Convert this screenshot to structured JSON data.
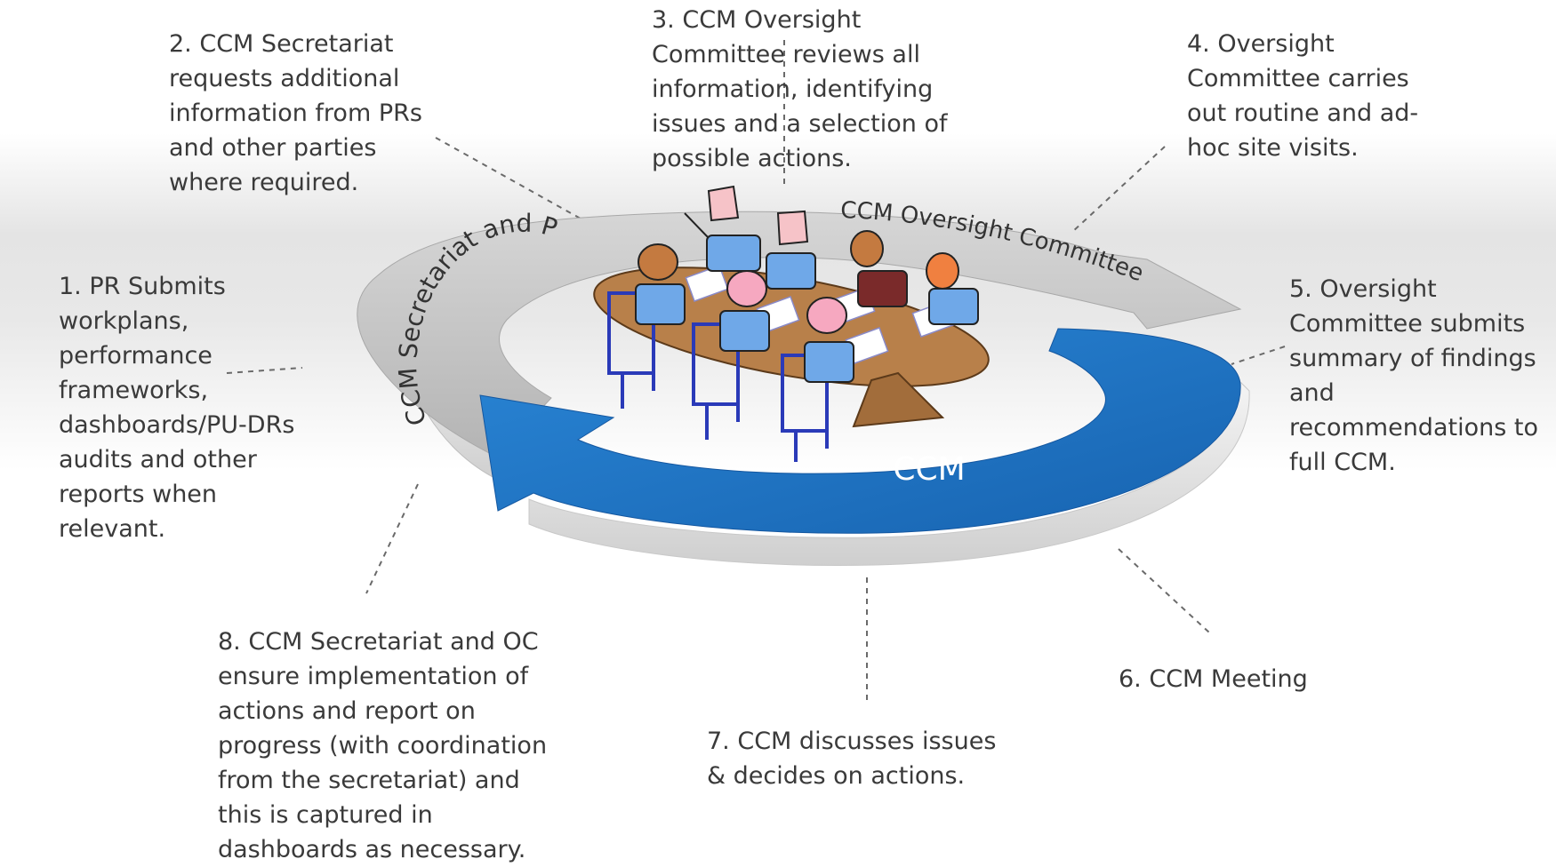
{
  "diagram": {
    "outer_ring_label": "CCM Secretariat and PR",
    "oversight_arc_label": "CCM Oversight Committee",
    "center_label": "CCM",
    "colors": {
      "blue_arrow": "#1f6fbf",
      "grey_arrow": "#c4c4c4",
      "table": "#b8804a",
      "chairs": "#2a3ab8"
    },
    "icons": [
      "meeting-table-icon",
      "person-icon",
      "chair-icon"
    ]
  },
  "steps": {
    "s1": "1. PR Submits\nworkplans,\nperformance\nframeworks,\ndashboards/PU-DRs\naudits and other\nreports when\nrelevant.",
    "s2": "2. CCM Secretariat\nrequests additional\ninformation from PRs\nand other parties\nwhere required.",
    "s3": "3. CCM Oversight\nCommittee reviews all\ninformation, identifying\nissues and a selection of\npossible actions.",
    "s4": "4. Oversight\nCommittee carries\nout routine and ad-\nhoc site visits.",
    "s5": "5. Oversight\nCommittee submits\nsummary of findings\nand\nrecommendations to\nfull CCM.",
    "s6": "6. CCM Meeting",
    "s7": "7. CCM discusses issues\n& decides on actions.",
    "s8": "8. CCM Secretariat and OC\nensure implementation of\nactions and report on\nprogress (with coordination\nfrom the secretariat) and\nthis is captured in\ndashboards as necessary."
  }
}
